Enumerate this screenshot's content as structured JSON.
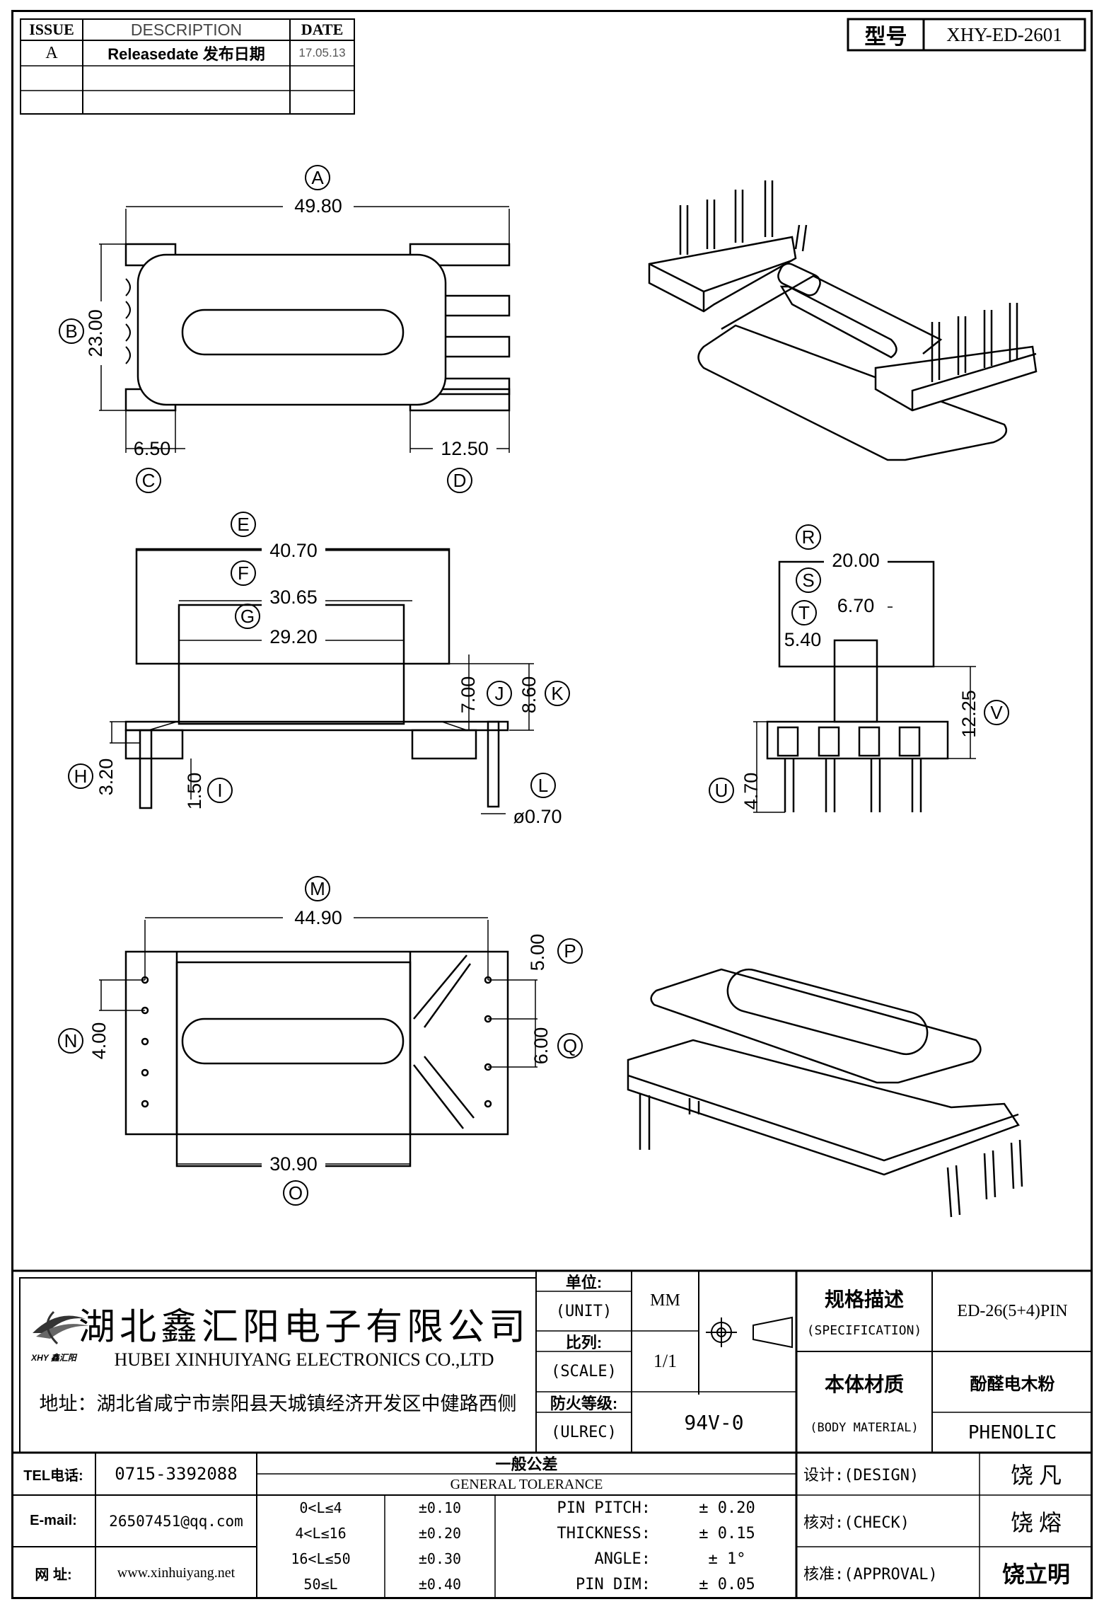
{
  "revision_table": {
    "headers": [
      "ISSUE",
      "DESCRIPTION",
      "DATE"
    ],
    "rows": [
      {
        "issue": "A",
        "description": "Releasedate 发布日期",
        "date": "17.05.13"
      },
      {
        "issue": "",
        "description": "",
        "date": ""
      },
      {
        "issue": "",
        "description": "",
        "date": ""
      }
    ]
  },
  "model": {
    "label": "型号",
    "value": "XHY-ED-2601"
  },
  "dimensions": {
    "A": "49.80",
    "B": "23.00",
    "C": "6.50",
    "D": "12.50",
    "E": "40.70",
    "F": "30.65",
    "G": "29.20",
    "H": "3.20",
    "I": "1.50",
    "J": "7.00",
    "K": "8.60",
    "L": "ø0.70",
    "M": "44.90",
    "N": "4.00",
    "O": "30.90",
    "P": "5.00",
    "Q": "6.00",
    "R": "20.00",
    "S": "6.70",
    "T": "5.40",
    "U": "4.70",
    "V": "12.25"
  },
  "title_block": {
    "company_cn": "湖北鑫汇阳电子有限公司",
    "company_en": "HUBEI XINHUIYANG ELECTRONICS CO.,LTD",
    "logo_text": "XHY 鑫汇阳",
    "address": "地址：湖北省咸宁市崇阳县天城镇经济开发区中健路西侧",
    "unit_cn": "单位:",
    "unit_en": "(UNIT)",
    "unit_value": "MM",
    "scale_cn": "比列:",
    "scale_en": "(SCALE)",
    "scale_value": "1/1",
    "ul_cn": "防火等级:",
    "ul_en": "(ULREC)",
    "ul_value": "94V-0",
    "spec_cn": "规格描述",
    "spec_en": "(SPECIFICATION)",
    "spec_value": "ED-26(5+4)PIN",
    "material_cn": "本体材质",
    "material_en": "(BODY MATERIAL)",
    "material_value_cn": "酚醛电木粉",
    "material_value_en": "PHENOLIC",
    "tel_label": "TEL电话:",
    "tel": "0715-3392088",
    "email_label": "E-mail:",
    "email": "26507451@qq.com",
    "web_label": "网  址:",
    "web": "www.xinhuiyang.net",
    "tolerance_cn": "一般公差",
    "tolerance_en": "GENERAL TOLERANCE",
    "tolerances": [
      {
        "range": "0<L≤4",
        "value": "±0.10"
      },
      {
        "range": "4<L≤16",
        "value": "±0.20"
      },
      {
        "range": "16<L≤50",
        "value": "±0.30"
      },
      {
        "range": "50≤L",
        "value": "±0.40"
      }
    ],
    "other_tolerances": [
      {
        "name": "PIN PITCH:",
        "value": "± 0.20"
      },
      {
        "name": "THICKNESS:",
        "value": "± 0.15"
      },
      {
        "name": "ANGLE:",
        "value": "± 1°"
      },
      {
        "name": "PIN DIM:",
        "value": "± 0.05"
      }
    ],
    "design_label": "设计:(DESIGN)",
    "design_name": "饶 凡",
    "check_label": "核对:(CHECK)",
    "check_name": "饶 熔",
    "approval_label": "核准:(APPROVAL)",
    "approval_name": "饶立明"
  }
}
